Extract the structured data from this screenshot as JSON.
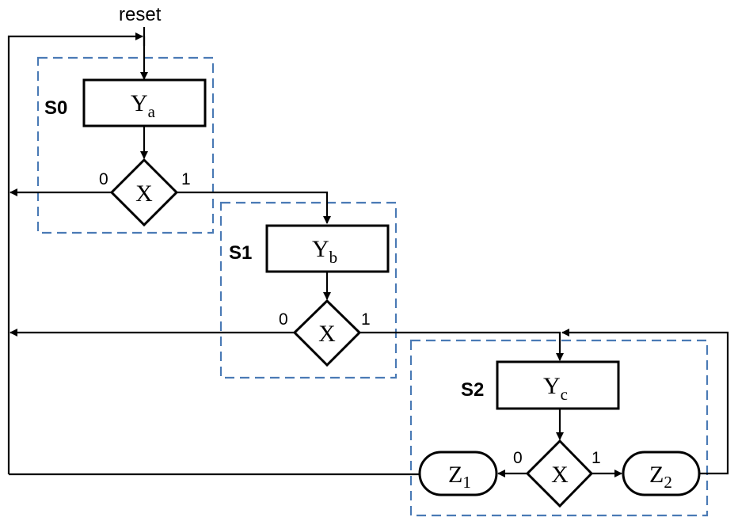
{
  "reset_label": "reset",
  "states": [
    {
      "name": "S0",
      "output": "Y",
      "output_sub": "a",
      "decision": "X",
      "no_label": "0",
      "yes_label": "1"
    },
    {
      "name": "S1",
      "output": "Y",
      "output_sub": "b",
      "decision": "X",
      "no_label": "0",
      "yes_label": "1"
    },
    {
      "name": "S2",
      "output": "Y",
      "output_sub": "c",
      "decision": "X",
      "no_label": "0",
      "yes_label": "1"
    }
  ],
  "conditional_outputs": [
    {
      "main": "Z",
      "sub": "1"
    },
    {
      "main": "Z",
      "sub": "2"
    }
  ],
  "colors": {
    "state_border": "#4a7ab5",
    "lines": "#000000"
  }
}
